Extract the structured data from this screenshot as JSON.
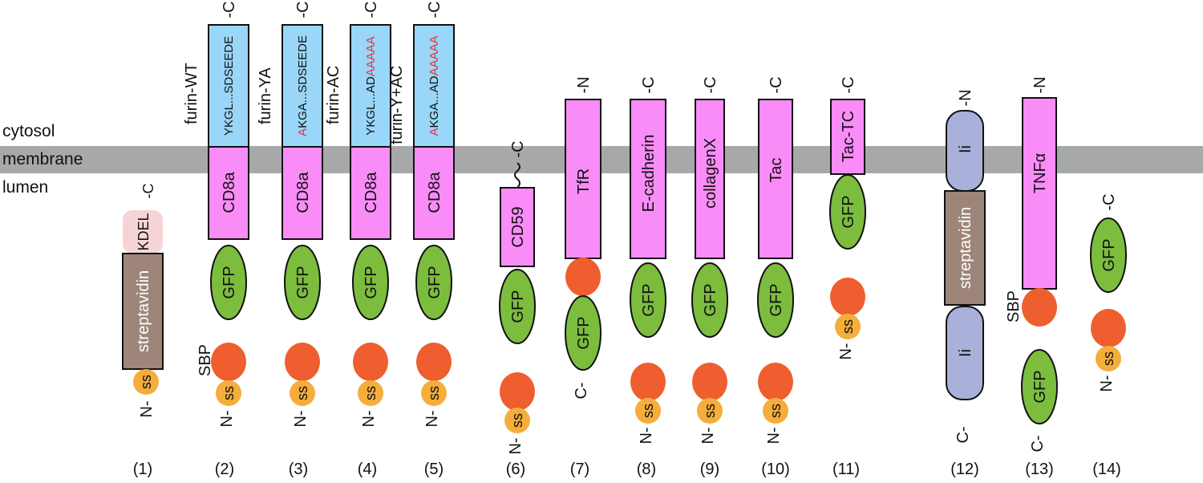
{
  "layers": {
    "cytosol": "cytosol",
    "membrane": "membrane",
    "lumen": "lumen"
  },
  "colors": {
    "membrane": "#a7a8aa",
    "cd8a_box": "#fa8cf8",
    "cytotail_box": "#99d6f7",
    "gfp": "#7cbd3e",
    "sbp": "#ee5e2e",
    "ss": "#f5ad3b",
    "streptavidin": "#9e8579",
    "kdel": "#f6d4d6",
    "ii": "#a9b1da",
    "mutation_red": "#e8333a"
  },
  "common": {
    "gfp": "GFP",
    "ss": "ss",
    "sbp": "SBP",
    "cd8a": "CD8a",
    "n_term": "N-",
    "c_term": "-C",
    "c_term_left": "C-",
    "n_term_top": "-N"
  },
  "constructs": [
    {
      "number": "(1)",
      "domain": "streptavidin",
      "tag": "KDEL",
      "c_term": "-C",
      "n_term": "N-"
    },
    {
      "number": "(2)",
      "name": "furin-WT",
      "tail": [
        {
          "text": "YKGL...SDSEEDE",
          "red": false
        }
      ]
    },
    {
      "number": "(3)",
      "name": "furin-YA",
      "tail": [
        {
          "text": "A",
          "red": true
        },
        {
          "text": "KGA...SDSEEDE",
          "red": false
        }
      ]
    },
    {
      "number": "(4)",
      "name": "furin-AC",
      "tail": [
        {
          "text": "YKGL...AD",
          "red": false
        },
        {
          "text": "AAAAA",
          "red": true
        }
      ]
    },
    {
      "number": "(5)",
      "name": "furin-Y+AC",
      "tail": [
        {
          "text": "A",
          "red": true
        },
        {
          "text": "KGA...AD",
          "red": false
        },
        {
          "text": "AAAAA",
          "red": true
        }
      ]
    },
    {
      "number": "(6)",
      "domain": "CD59"
    },
    {
      "number": "(7)",
      "domain": "TfR"
    },
    {
      "number": "(8)",
      "domain": "E-cadherin"
    },
    {
      "number": "(9)",
      "domain": "collagenX"
    },
    {
      "number": "(10)",
      "domain": "Tac"
    },
    {
      "number": "(11)",
      "domain": "Tac-TC"
    },
    {
      "number": "(12)",
      "domain": "streptavidin",
      "ii": "Ii"
    },
    {
      "number": "(13)",
      "domain": "TNFα"
    },
    {
      "number": "(14)"
    }
  ]
}
